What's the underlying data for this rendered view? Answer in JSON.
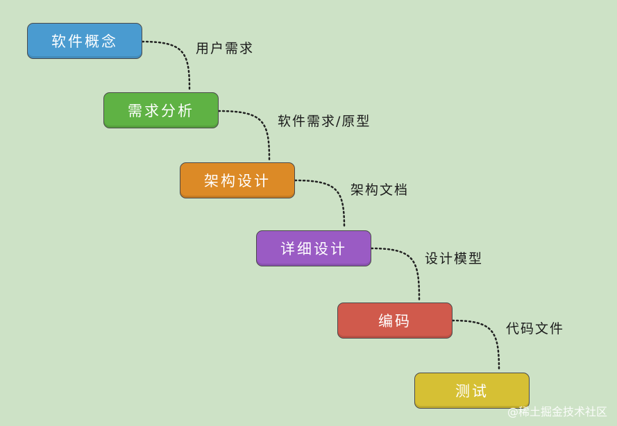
{
  "stages": [
    {
      "label": "软件概念",
      "color": "#4a9bd0"
    },
    {
      "label": "需求分析",
      "color": "#5fb244"
    },
    {
      "label": "架构设计",
      "color": "#dc8a26"
    },
    {
      "label": "详细设计",
      "color": "#9a5bc4"
    },
    {
      "label": "编码",
      "color": "#d05a4c"
    },
    {
      "label": "测试",
      "color": "#d6c034"
    }
  ],
  "artifacts": [
    {
      "label": "用户需求"
    },
    {
      "label": "软件需求/原型"
    },
    {
      "label": "架构文档"
    },
    {
      "label": "设计模型"
    },
    {
      "label": "代码文件"
    }
  ],
  "watermark": "@稀土掘金技术社区"
}
